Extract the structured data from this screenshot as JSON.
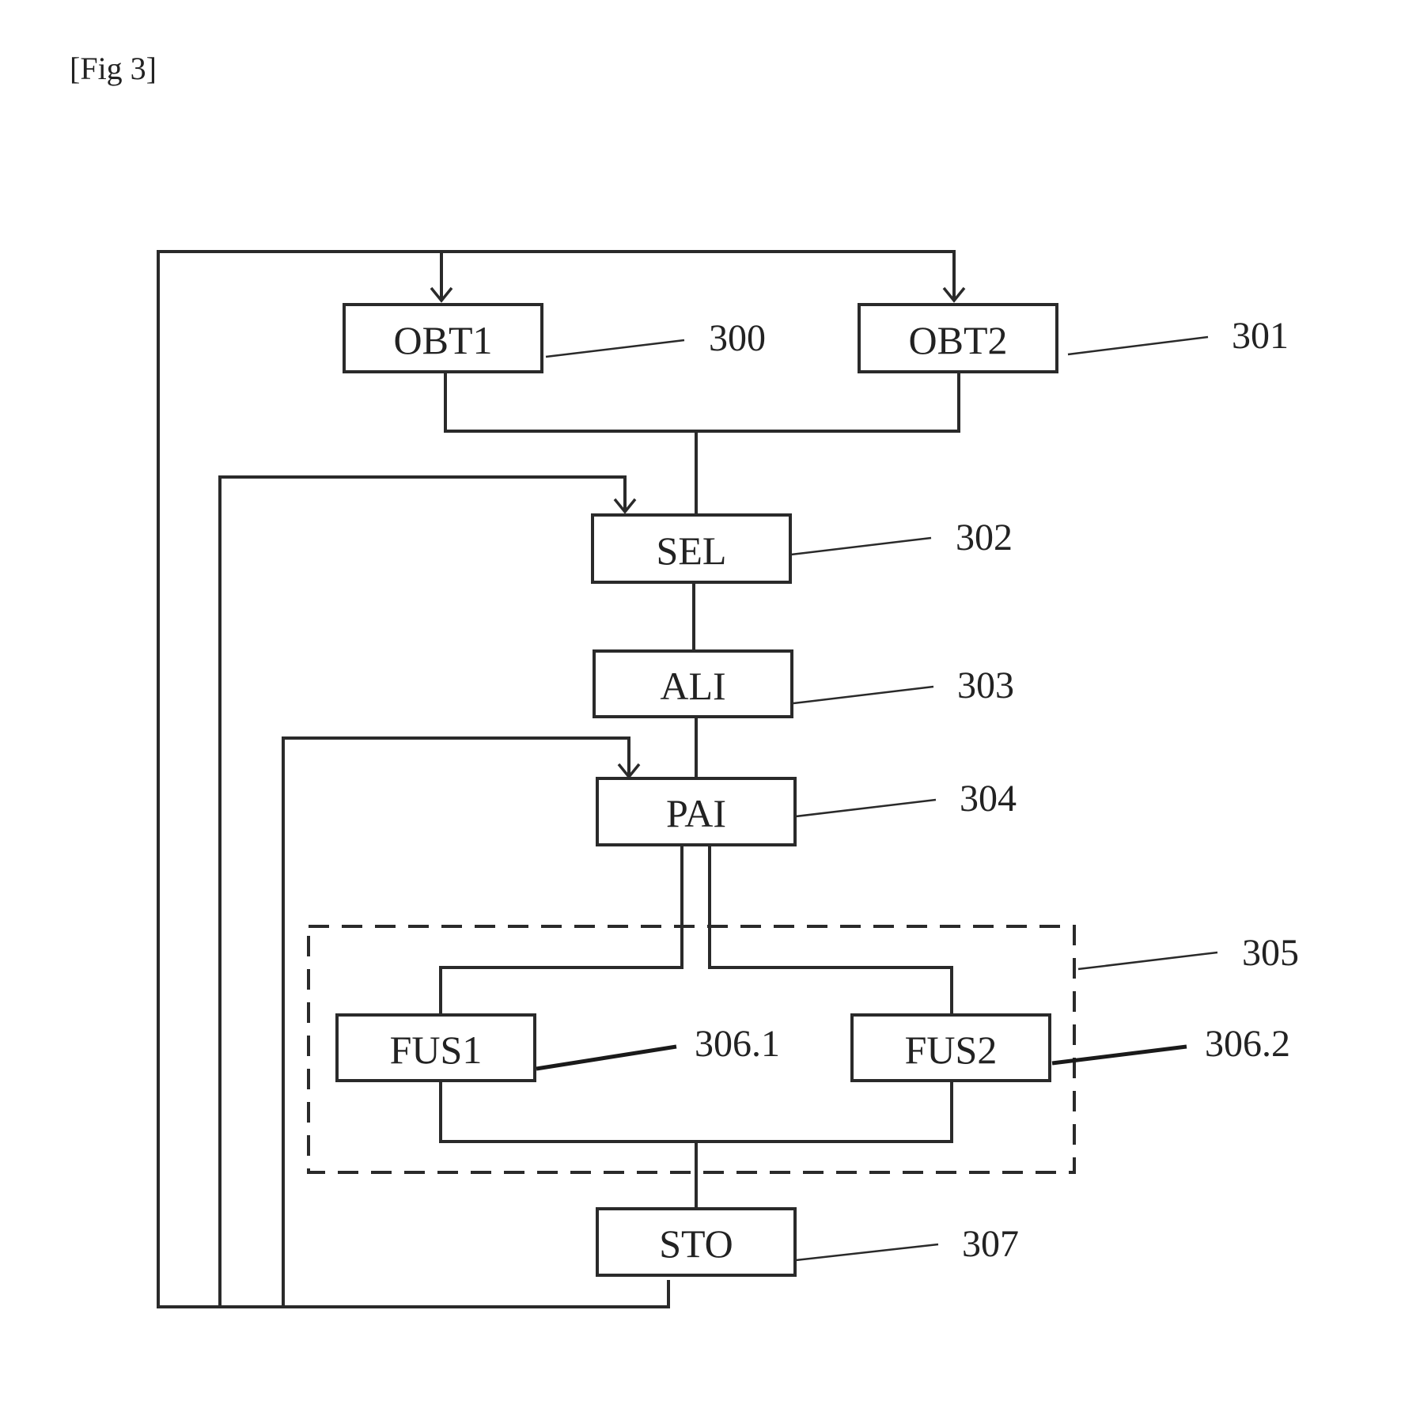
{
  "figure_label": "[Fig 3]",
  "blocks": {
    "obt1": "OBT1",
    "obt2": "OBT2",
    "sel": "SEL",
    "ali": "ALI",
    "pai": "PAI",
    "fus1": "FUS1",
    "fus2": "FUS2",
    "sto": "STO"
  },
  "refs": {
    "obt1": "300",
    "obt2": "301",
    "sel": "302",
    "ali": "303",
    "pai": "304",
    "group": "305",
    "fus1": "306.1",
    "fus2": "306.2",
    "sto": "307"
  }
}
